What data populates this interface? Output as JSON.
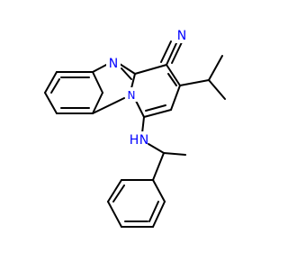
{
  "molecule": {
    "atoms": {
      "nitrile_n": "N",
      "ring_n_top": "N",
      "ring_n_bridge": "N",
      "amine_n": "N",
      "amine_h": "H"
    },
    "colors": {
      "bond": "#000000",
      "heteroatom": "#0000ff",
      "background": "#ffffff"
    }
  }
}
